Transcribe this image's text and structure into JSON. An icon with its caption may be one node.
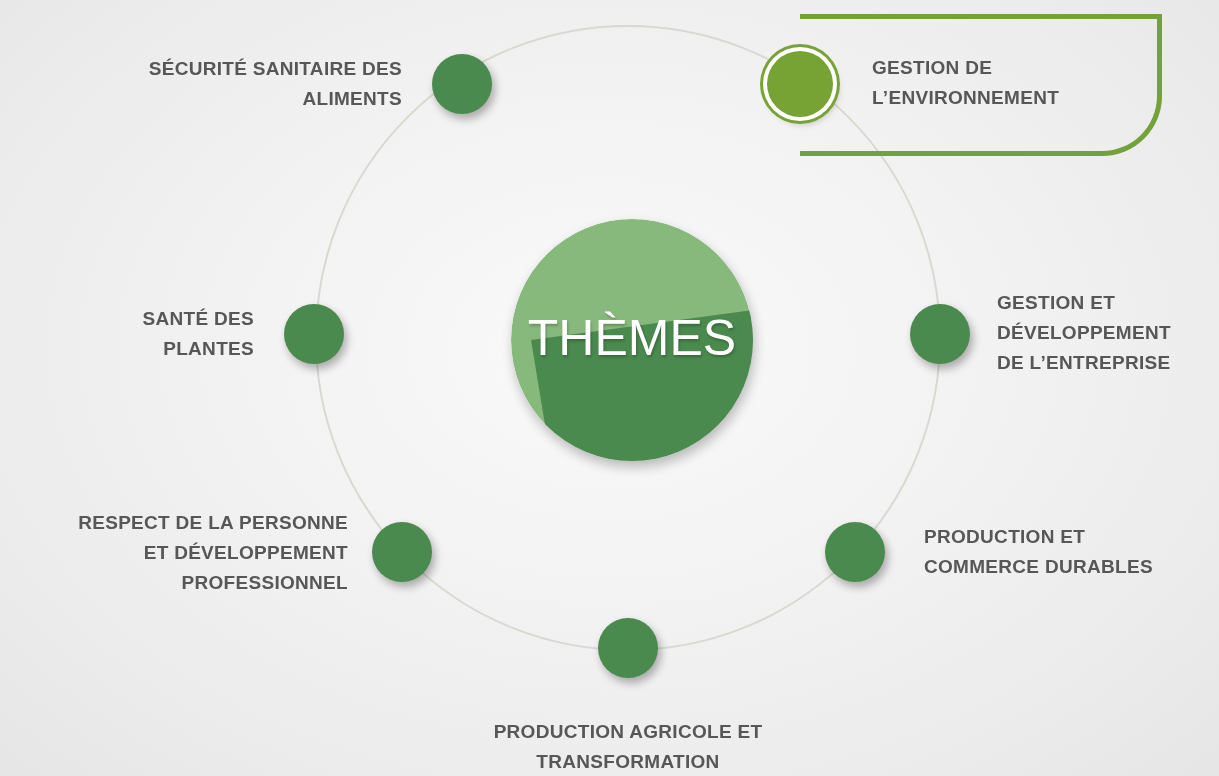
{
  "diagram": {
    "nodes": [
      {
        "text": [],
        "shape": "circle",
        "beside": [
          "SÉCURITÉ SANITAIRE DES ALIMENTS"
        ]
      },
      {
        "text": [],
        "shape": "circle"
      },
      {
        "text": [
          "GESTION DE L’ENVIRONNEMENT"
        ]
      },
      {
        "text": [],
        "shape": "circle",
        "beside": [
          "SANTÉ DES PLANTES"
        ]
      },
      {
        "text": [
          "THÈMES"
        ]
      },
      {
        "text": [],
        "shape": "circle",
        "beside": [
          "GESTION ET DÉVELOPPEMENT DE L’ENTREPRISE"
        ]
      },
      {
        "text": [],
        "shape": "circle",
        "beside": [
          "RESPECT DE LA PERSONNE ET DÉVELOPPEMENT PROFESSIONNEL"
        ]
      },
      {
        "text": [],
        "shape": "circle",
        "beside": [
          "PRODUCTION ET COMMERCE DURABLES"
        ]
      },
      {
        "text": [],
        "shape": "circle",
        "beside": [
          "PRODUCTION AGRICOLE ET TRANSFORMATION"
        ]
      }
    ],
    "edges": []
  }
}
